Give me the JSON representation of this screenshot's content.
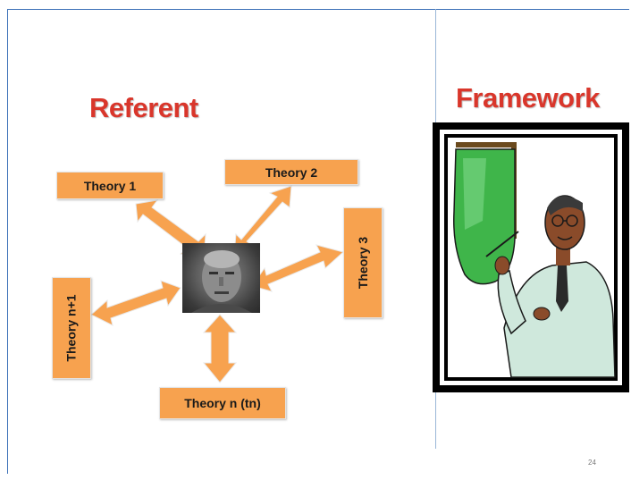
{
  "slide": {
    "left_title": "Referent",
    "right_title": "Framework",
    "page_number": "24"
  },
  "theories": {
    "t1": "Theory 1",
    "t2": "Theory 2",
    "t3": "Theory 3",
    "tn1": "Theory n+1",
    "tn": "Theory n (tn)"
  },
  "colors": {
    "title": "#d9362b",
    "box": "#f7a24f",
    "arrow": "#f7a24f",
    "border": "#3a6fb7"
  },
  "icons": {
    "center": "person-photo",
    "framework": "presenter-clipart"
  }
}
